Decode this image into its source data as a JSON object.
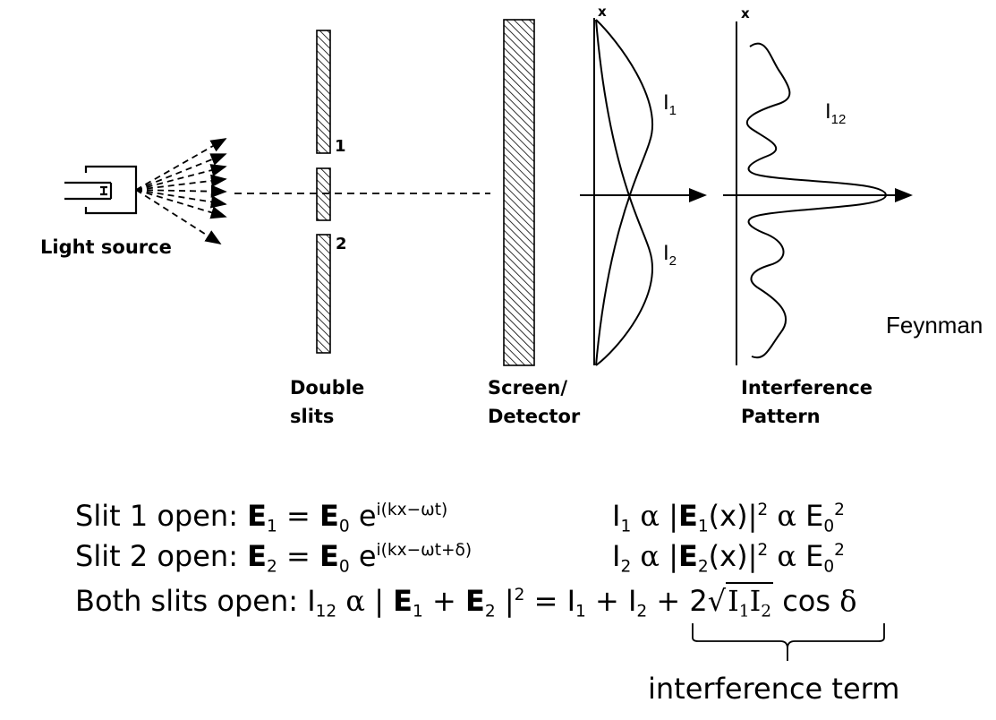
{
  "labels": {
    "light_source": "Light source",
    "double_slits_1": "Double",
    "double_slits_2": "slits",
    "screen_1": "Screen/",
    "screen_2": "Detector",
    "interference_1": "Interference",
    "interference_2": "Pattern",
    "credit": "Feynman",
    "slit1": "1",
    "slit2": "2",
    "axis_x": "x",
    "curve_i1": "I",
    "curve_i1_sub": "1",
    "curve_i2": "I",
    "curve_i2_sub": "2",
    "curve_i12": "I",
    "curve_i12_sub": "12"
  },
  "equations": {
    "eq1_prefix": "Slit 1 open:",
    "eq2_prefix": "Slit 2 open:",
    "eq3_prefix": "Both slits open:",
    "eq1_phase": "i(kx−ωt)",
    "eq2_phase": "i(kx−ωt+δ)",
    "annotation": "interference term"
  }
}
